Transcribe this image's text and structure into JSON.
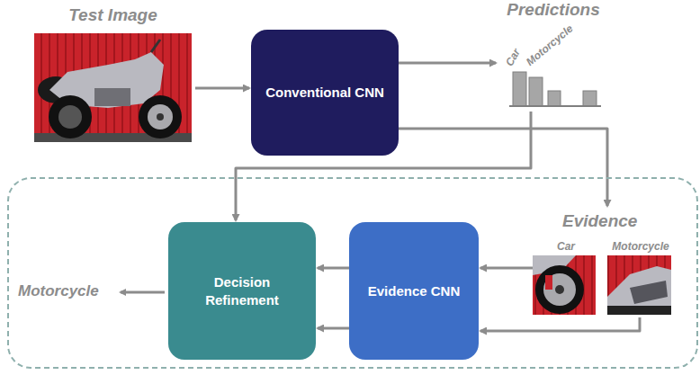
{
  "diagram": {
    "nodes": [
      {
        "text": [
          "Test Image"
        ]
      },
      {
        "text": [
          "Conventional CNN"
        ]
      },
      {
        "text": [
          "Predictions",
          "Car",
          "Motorcycle"
        ]
      },
      {
        "text": [
          "Evidence"
        ]
      },
      {
        "text": [
          "Decision Refinement"
        ],
        "in": 3
      },
      {
        "text": [
          "Evidence CNN"
        ],
        "in": 3
      },
      {
        "text": [
          "Car"
        ],
        "in": 3
      },
      {
        "text": [
          "Motorcycle"
        ],
        "in": 3
      }
    ],
    "edges": [
      {
        "from": 0,
        "to": 1,
        "arrow": "to"
      },
      {
        "from": 1,
        "to": 2,
        "arrow": "to"
      },
      {
        "from": 1,
        "to": 3,
        "arrow": "to"
      },
      {
        "from": 2,
        "to": 4,
        "arrow": "to"
      },
      {
        "from": 6,
        "to": 5,
        "arrow": "to"
      },
      {
        "from": 7,
        "to": 5,
        "arrow": "to"
      },
      {
        "from": 5,
        "to": 4,
        "arrow": "to"
      },
      {
        "from": 5,
        "to": 4,
        "arrow": "to"
      }
    ],
    "labels": [
      "Motorcycle"
    ]
  }
}
